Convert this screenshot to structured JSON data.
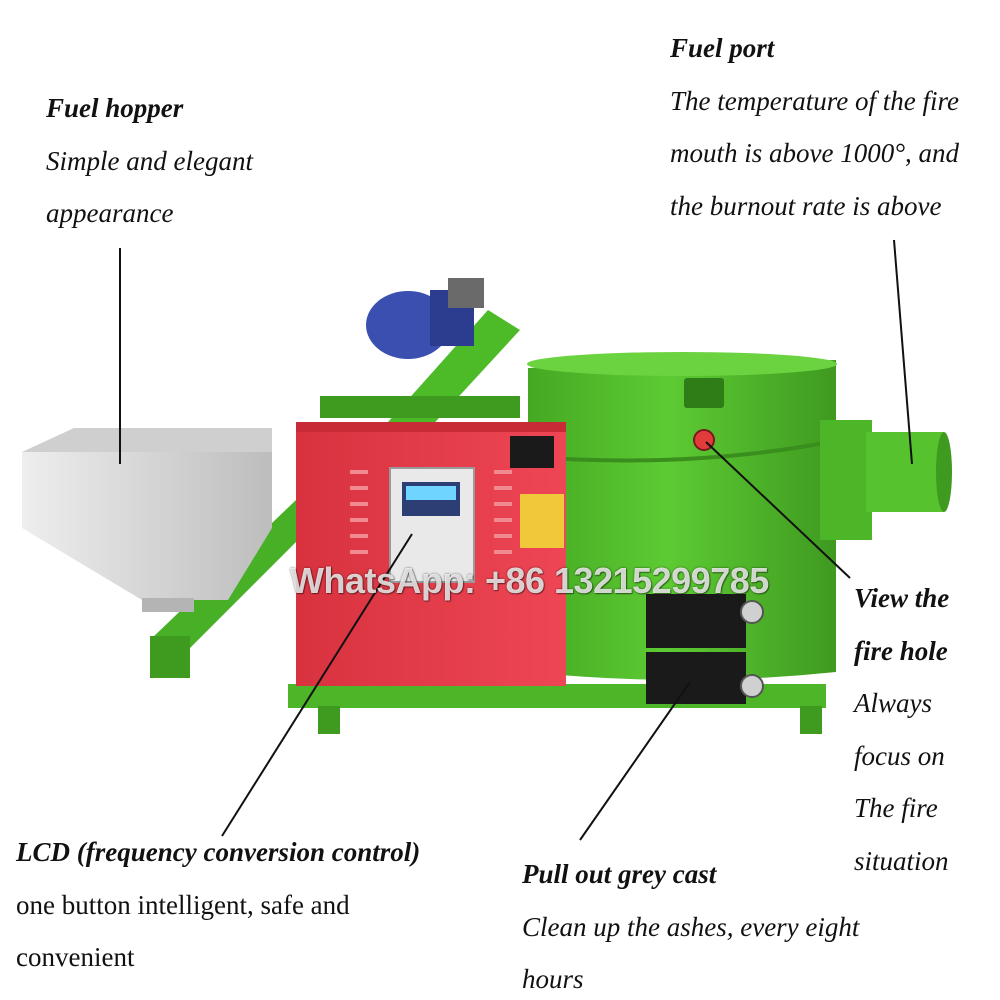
{
  "callouts": {
    "fuel_hopper": {
      "title": "Fuel hopper",
      "desc": [
        "Simple and elegant",
        "appearance"
      ]
    },
    "fuel_port": {
      "title": "Fuel port",
      "desc": [
        "The temperature of the fire",
        "mouth is above 1000°, and",
        "the burnout rate is above"
      ]
    },
    "view_fire_hole": {
      "title": [
        "View the",
        "fire hole"
      ],
      "desc": [
        "Always",
        "focus on",
        "The fire",
        "situation"
      ]
    },
    "lcd": {
      "title": "LCD (frequency conversion control)",
      "desc": [
        "one button intelligent, safe and",
        "convenient"
      ]
    },
    "pull_out": {
      "title": "Pull out grey cast",
      "desc": [
        "Clean up the ashes, every eight",
        "hours"
      ]
    }
  },
  "watermark": "WhatsApp: +86 13215299785",
  "colors": {
    "machine_green": "#54c12d",
    "control_red": "#e63b4a",
    "hopper_grey": "#d6d6d6",
    "motor_blue": "#3a4fb0",
    "door_black": "#1a1a1a"
  }
}
